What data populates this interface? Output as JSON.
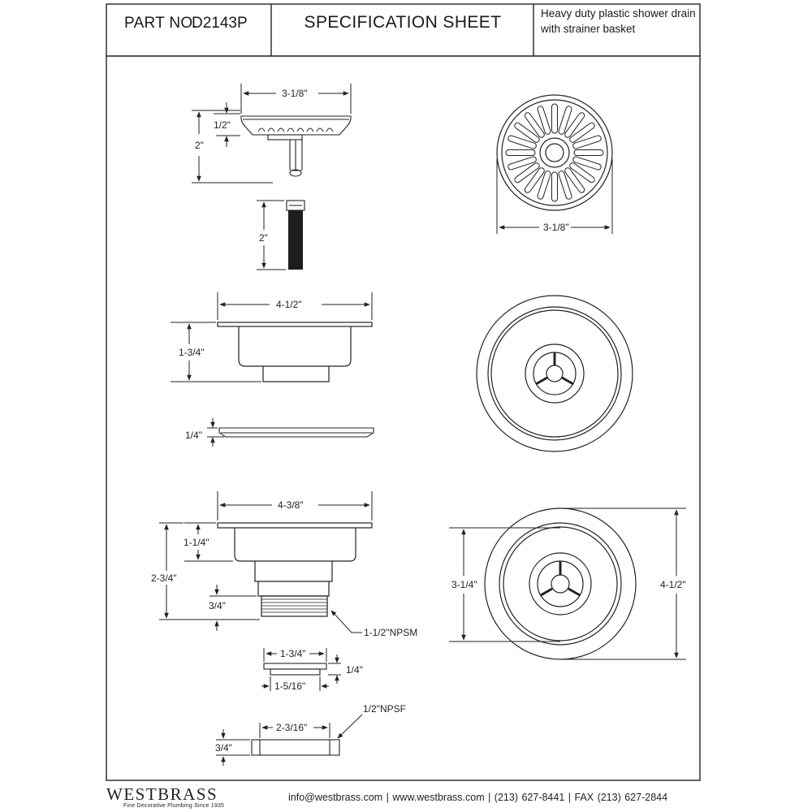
{
  "header": {
    "part_label": "PART NO.",
    "part_number": "D2143P",
    "title": "SPECIFICATION SHEET",
    "description_line1": "Heavy duty plastic shower drain",
    "description_line2": "with strainer basket"
  },
  "dimensions": {
    "basket_width": "3-1/8\"",
    "basket_top": "1/2\"",
    "basket_height": "2\"",
    "post_height": "2\"",
    "face_width": "3-1/8\"",
    "body_width": "4-1/2\"",
    "body_height": "1-3/4\"",
    "gasket_thickness": "1/4\"",
    "flange_width": "4-3/8\"",
    "flange_height": "1-1/4\"",
    "overall_height": "2-3/4\"",
    "thread_length": "3/4\"",
    "thread_spec": "1-1/2\"NPSM",
    "inner_diameter": "3-1/4\"",
    "outer_diameter": "4-1/2\"",
    "washer_width": "1-3/4\"",
    "washer_thickness": "1/4\"",
    "washer_inner": "1-5/16\"",
    "nut_width": "2-3/16\"",
    "nut_spec": "1/2\"NPSF",
    "nut_height": "3/4\""
  },
  "footer": {
    "brand": "WESTBRASS",
    "tagline": "Fine Decorative Plumbing Since 1935",
    "contact": "info@westbrass.com  |  www.westbrass.com  |  (213) 627-8441  |  FAX (213) 627-2844"
  }
}
